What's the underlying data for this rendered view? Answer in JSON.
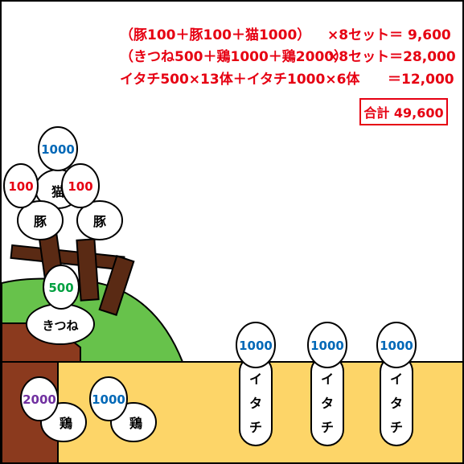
{
  "equations": {
    "line1_left": "（豚100＋豚100＋猫1000）",
    "line1_right": "×8セット＝ 9,600",
    "line2_left": "（きつね500＋鶏1000＋鶏2000）",
    "line2_right": "×8セット＝28,000",
    "line3_left": "イタチ500×13体＋イタチ1000×6体",
    "line3_right": "＝12,000"
  },
  "total": "合計 49,600",
  "tiles": {
    "cat_value": "1000",
    "cat_label": "猫",
    "pig_left_value": "100",
    "pig_left_label": "豚",
    "pig_right_value": "100",
    "pig_right_label": "豚",
    "fox_value": "500",
    "fox_label": "きつね",
    "hen_left_value": "2000",
    "hen_left_label": "鶏",
    "hen_right_value": "1000",
    "hen_right_label": "鶏",
    "weasel_value": "1000",
    "weasel_label_chars": [
      "イ",
      "タ",
      "チ"
    ]
  },
  "colors": {
    "accent_red": "#e60012",
    "value_blue": "#0068b7",
    "value_green": "#00a040",
    "value_purple": "#7030a0",
    "grass": "#67c24b",
    "ground": "#fdd568",
    "brown": "#8b3a1e",
    "fence": "#5a2a14"
  }
}
